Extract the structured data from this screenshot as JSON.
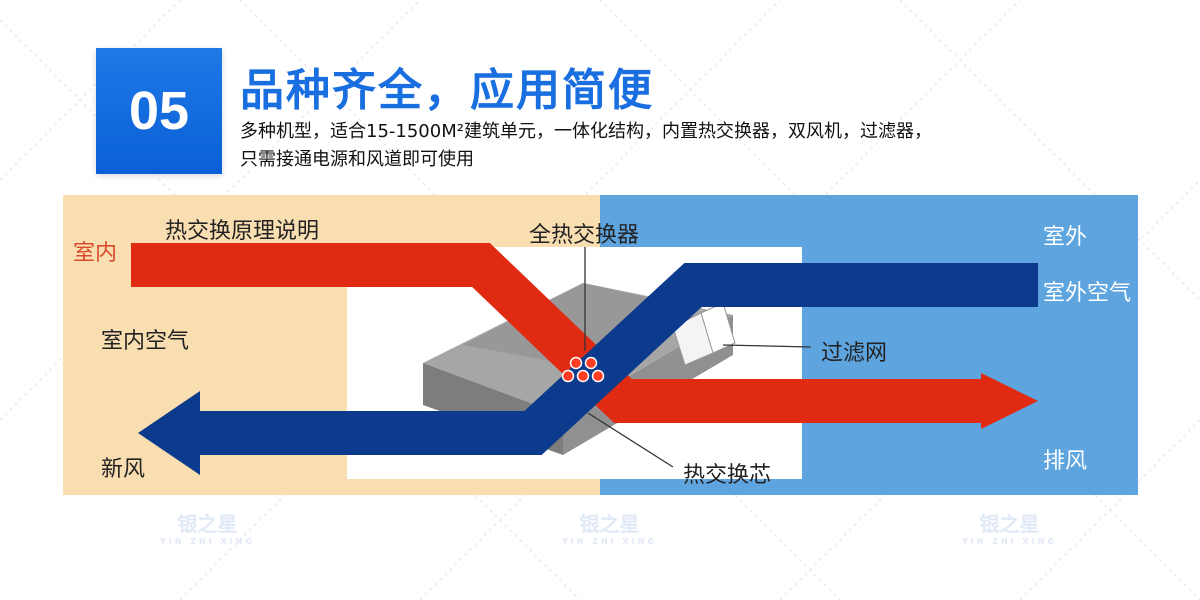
{
  "badge_number": "05",
  "title": "品种齐全，应用简便",
  "description": [
    "多种机型，适合15-1500M²建筑单元，一体化结构，内置热交换器，双风机，过滤器，",
    "只需接通电源和风道即可使用"
  ],
  "diagram": {
    "indoor_zone_label": "室内",
    "diagram_title": "热交换原理说明",
    "indoor_air": "室内空气",
    "fresh_air": "新风",
    "exchanger": "全热交换器",
    "outdoor_zone_label": "室外",
    "outdoor_air": "室外空气",
    "filter": "过滤网",
    "core": "热交换芯",
    "exhaust": "排风"
  },
  "watermark": {
    "brand": "银之星",
    "sub": "YIN ZHI XING"
  },
  "colors": {
    "accent_blue": "#1a6fe0",
    "indoor_bg": "#f9deb2",
    "outdoor_bg": "#5ea5e0",
    "red_arrow": "#e02a12",
    "blue_arrow": "#0c3a8c"
  }
}
